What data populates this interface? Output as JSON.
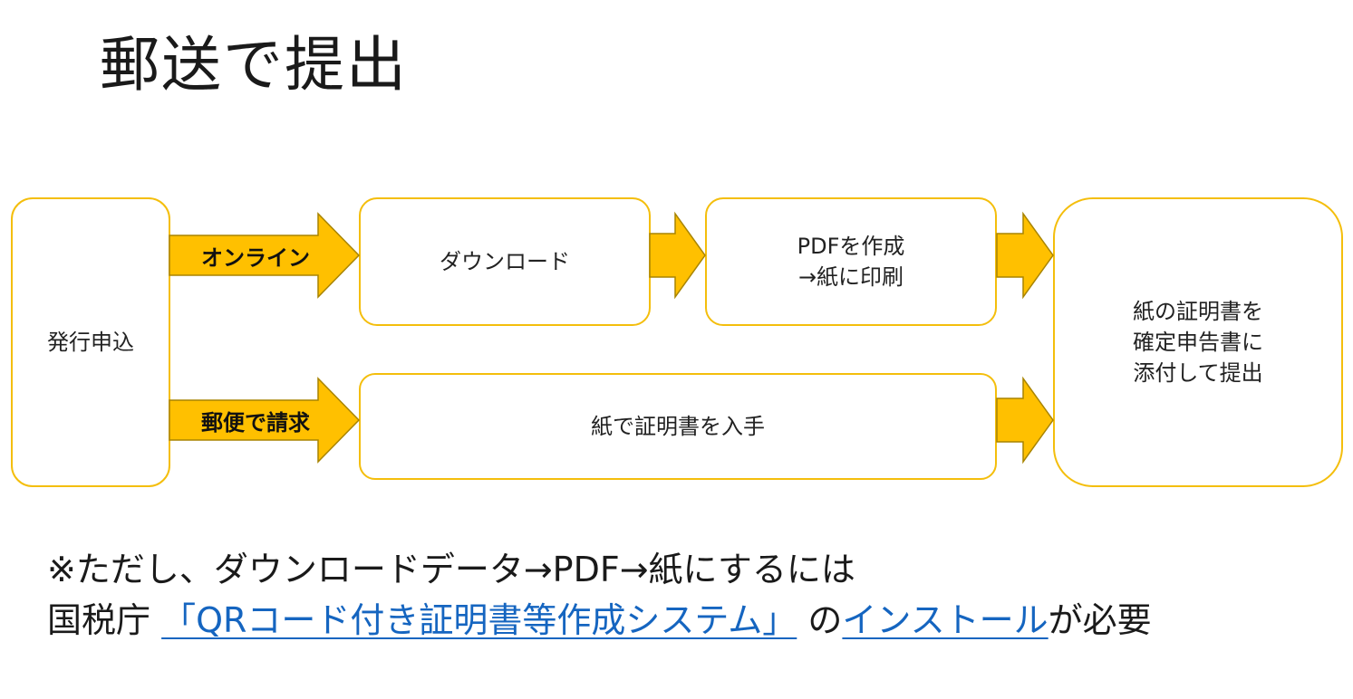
{
  "title": "郵送で提出",
  "colors": {
    "accent": "#ffc000",
    "border": "#f4be0c",
    "arrow_stroke": "#a88400",
    "link": "#1565c0"
  },
  "flow": {
    "start": "発行申込",
    "branch_online": "オンライン",
    "branch_mail": "郵便で請求",
    "download": "ダウンロード",
    "pdf_print": "PDFを作成\n→紙に印刷",
    "paper_cert": "紙で証明書を入手",
    "final": "紙の証明書を\n確定申告書に\n添付して提出"
  },
  "note": {
    "line1": "※ただし、ダウンロードデータ→PDF→紙にするには",
    "line2_prefix": "国税庁",
    "line2_link1": "「QRコード付き証明書等作成システム」",
    "line2_mid": "の",
    "line2_link2": "インストール",
    "line2_suffix": "が必要"
  }
}
